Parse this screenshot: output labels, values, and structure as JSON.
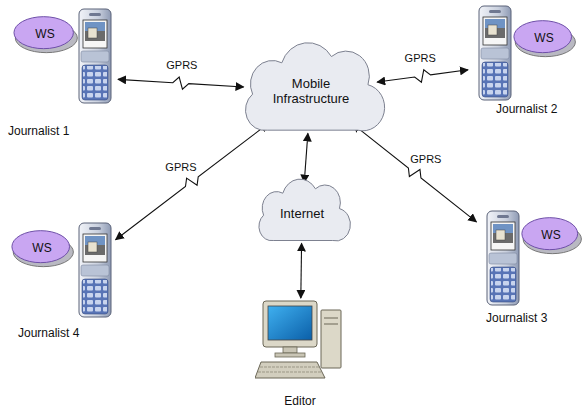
{
  "diagram": {
    "nodes": [
      {
        "text": [
          "Journalist 1"
        ]
      },
      {
        "text": [
          "WS"
        ],
        "in": 0
      },
      {
        "text": [
          "Journalist 2"
        ]
      },
      {
        "text": [
          "WS"
        ],
        "in": 2
      },
      {
        "text": [
          "Mobile Infrastructure"
        ]
      },
      {
        "text": [
          "Journalist 4"
        ]
      },
      {
        "text": [
          "WS"
        ],
        "in": 5
      },
      {
        "text": [
          "Internet"
        ]
      },
      {
        "text": [
          "Journalist 3"
        ]
      },
      {
        "text": [
          "WS"
        ],
        "in": 8
      },
      {
        "text": [
          "Editor"
        ]
      }
    ],
    "edges": [
      {
        "from": 0,
        "to": 4,
        "label": "GPRS",
        "arrow": "both"
      },
      {
        "from": 2,
        "to": 4,
        "label": "GPRS",
        "arrow": "both"
      },
      {
        "from": 5,
        "to": 4,
        "label": "GPRS",
        "arrow": "both"
      },
      {
        "from": 8,
        "to": 4,
        "label": "GPRS",
        "arrow": "both"
      },
      {
        "from": 4,
        "to": 7,
        "arrow": "both"
      },
      {
        "from": 7,
        "to": 10,
        "arrow": "both"
      }
    ]
  }
}
